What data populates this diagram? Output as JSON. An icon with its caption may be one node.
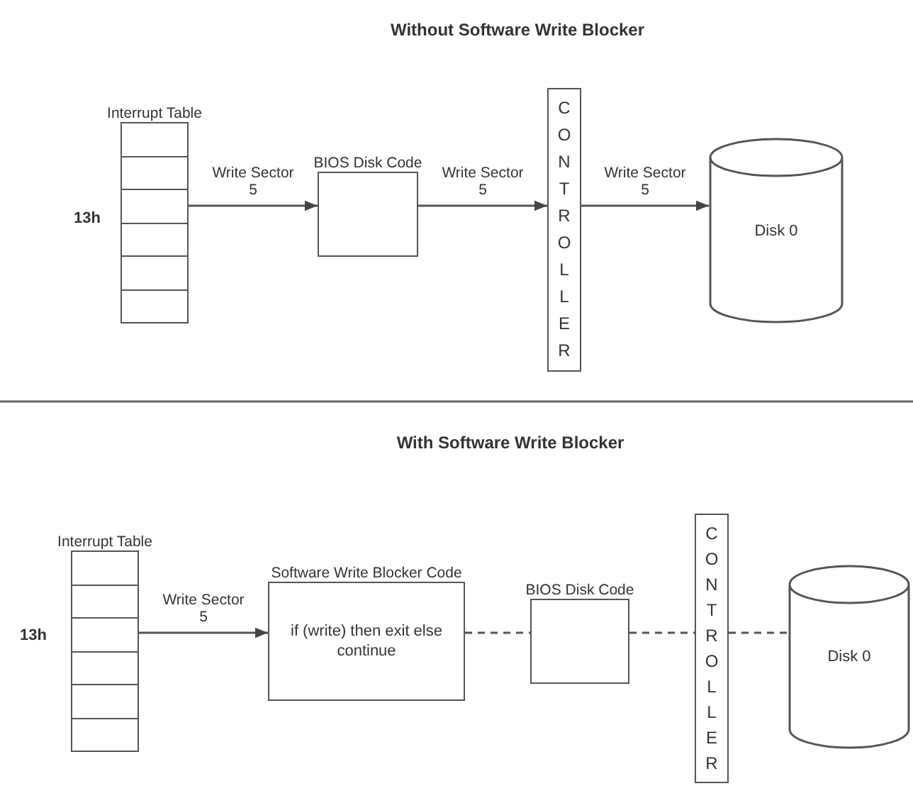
{
  "diagram": {
    "nodes": [
      {
        "text": [
          "Interrupt Table"
        ],
        "beside": [
          "13h"
        ]
      },
      {
        "text": [
          "BIOS Disk Code"
        ]
      },
      {
        "text": [
          "CONTROLLER"
        ]
      },
      {
        "text": [
          "Disk 0"
        ]
      },
      {
        "text": [
          "Interrupt Table"
        ],
        "beside": [
          "13h"
        ]
      },
      {
        "text": [
          "Software Write Blocker Code",
          "if (write) then exit else continue"
        ]
      },
      {
        "text": [
          "BIOS Disk Code"
        ]
      },
      {
        "text": [
          "CONTROLLER"
        ]
      },
      {
        "text": [
          "Disk 0"
        ]
      }
    ],
    "edges": [
      {
        "from": 0,
        "to": 1,
        "arrow": "to",
        "label": "Write Sector 5"
      },
      {
        "from": 1,
        "to": 2,
        "arrow": "to",
        "label": "Write Sector 5"
      },
      {
        "from": 2,
        "to": 3,
        "arrow": "to",
        "label": "Write Sector 5"
      },
      {
        "from": 4,
        "to": 5,
        "arrow": "to",
        "label": "Write Sector 5"
      },
      {
        "from": 5,
        "to": 6,
        "arrow": "none",
        "style": "dashed"
      },
      {
        "from": 6,
        "to": 7,
        "arrow": "none",
        "style": "dashed"
      },
      {
        "from": 7,
        "to": 8,
        "arrow": "none",
        "style": "dashed"
      }
    ],
    "labels": [
      "Without Software Write Blocker",
      "With Software Write Blocker"
    ]
  }
}
